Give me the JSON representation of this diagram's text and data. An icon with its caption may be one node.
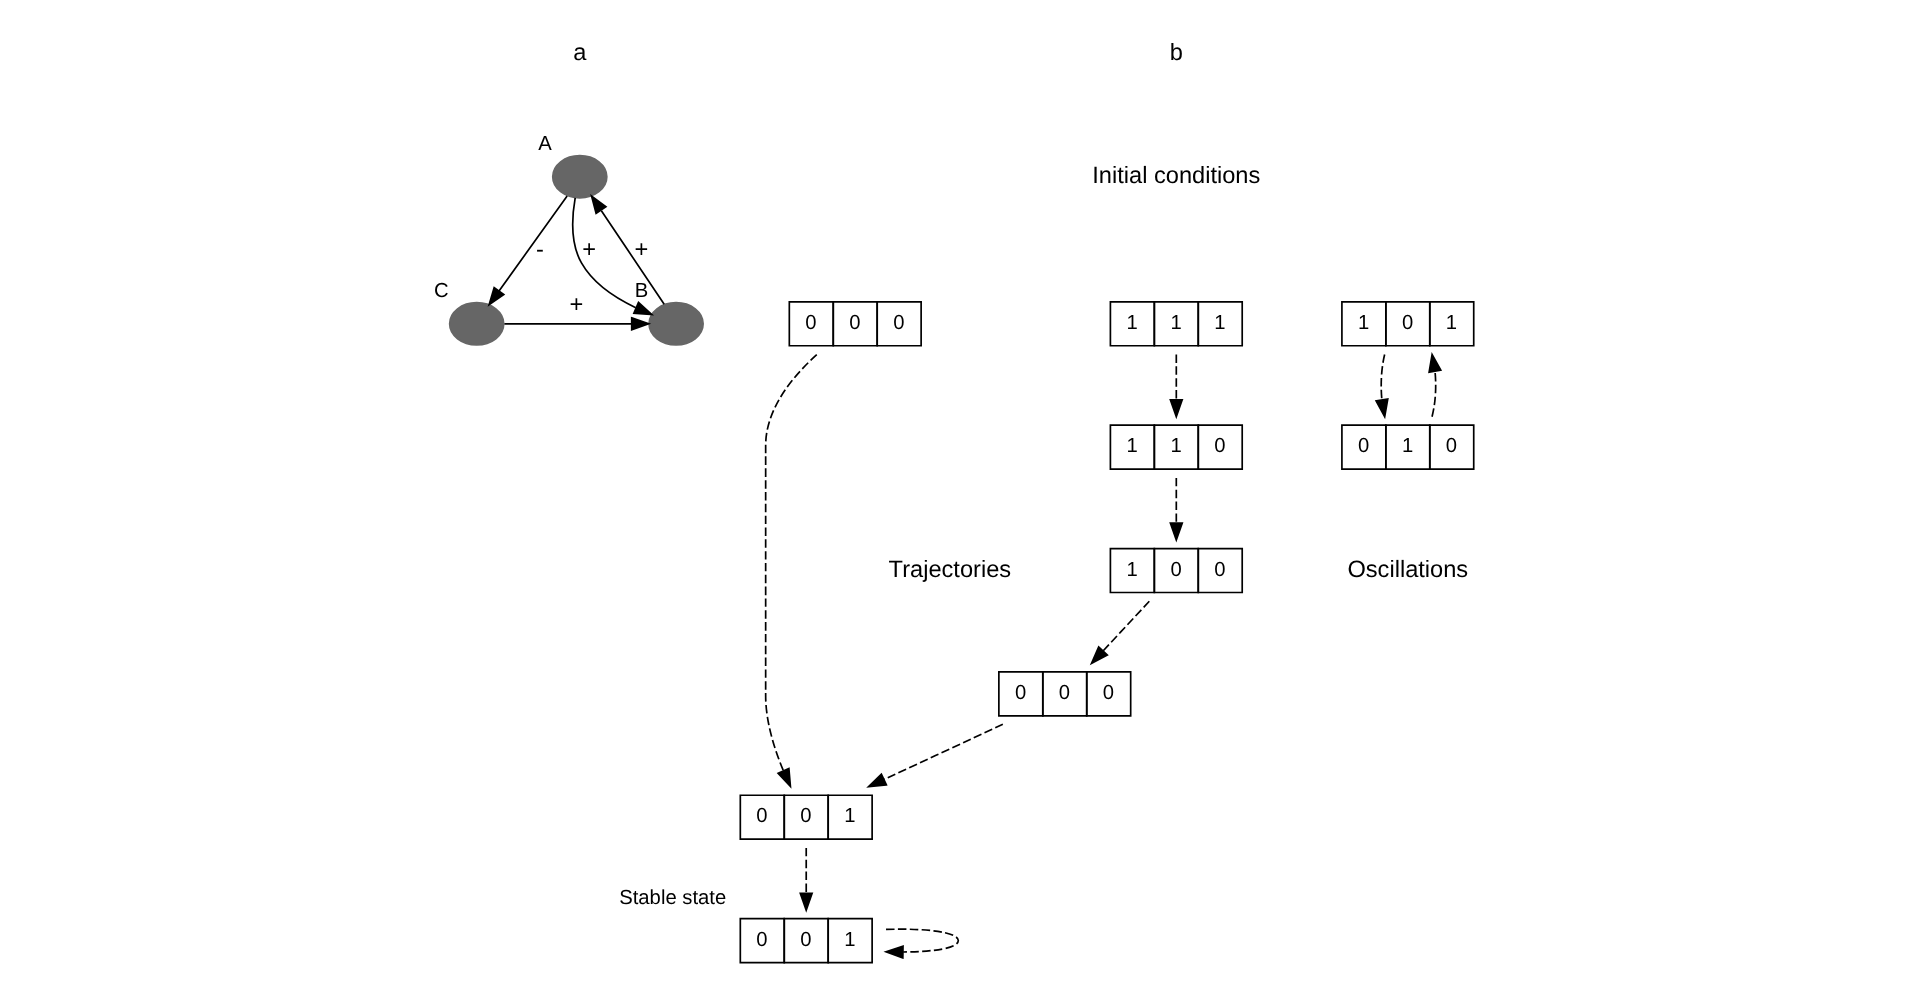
{
  "diagram": {
    "nodes": [
      {
        "text": [],
        "shape": "circle",
        "beside": [
          "A"
        ]
      },
      {
        "text": [],
        "shape": "circle",
        "beside": [
          "B"
        ]
      },
      {
        "text": [],
        "shape": "circle",
        "beside": [
          "C"
        ]
      },
      {
        "text": [
          "0",
          "0",
          "0"
        ]
      },
      {
        "text": [
          "1",
          "1",
          "1"
        ]
      },
      {
        "text": [
          "1",
          "1",
          "0"
        ]
      },
      {
        "text": [
          "1",
          "0",
          "0"
        ]
      },
      {
        "text": [
          "0",
          "0",
          "0"
        ]
      },
      {
        "text": [
          "1",
          "0",
          "1"
        ]
      },
      {
        "text": [
          "0",
          "1",
          "0"
        ]
      },
      {
        "text": [
          "0",
          "0",
          "1"
        ]
      },
      {
        "text": [
          "0",
          "0",
          "1"
        ],
        "beside": [
          "Stable state"
        ]
      }
    ],
    "edges": [
      {
        "from": 0,
        "to": 1,
        "arrow": "to",
        "label": "+"
      },
      {
        "from": 1,
        "to": 0,
        "arrow": "to",
        "label": "+"
      },
      {
        "from": 0,
        "to": 2,
        "arrow": "to",
        "label": "-"
      },
      {
        "from": 2,
        "to": 1,
        "arrow": "to",
        "label": "+"
      },
      {
        "from": 3,
        "to": 10,
        "arrow": "to",
        "style": "dashed"
      },
      {
        "from": 4,
        "to": 5,
        "arrow": "to",
        "style": "dashed"
      },
      {
        "from": 5,
        "to": 6,
        "arrow": "to",
        "style": "dashed"
      },
      {
        "from": 6,
        "to": 7,
        "arrow": "to",
        "style": "dashed"
      },
      {
        "from": 7,
        "to": 10,
        "arrow": "to",
        "style": "dashed"
      },
      {
        "from": 10,
        "to": 11,
        "arrow": "to",
        "style": "dashed"
      },
      {
        "from": 11,
        "to": 11,
        "arrow": "to",
        "style": "dashed"
      },
      {
        "from": 8,
        "to": 9,
        "arrow": "to",
        "style": "dashed"
      },
      {
        "from": 9,
        "to": 8,
        "arrow": "to",
        "style": "dashed"
      }
    ],
    "labels": [
      "a",
      "b",
      "Initial conditions",
      "Trajectories",
      "Oscillations"
    ]
  }
}
